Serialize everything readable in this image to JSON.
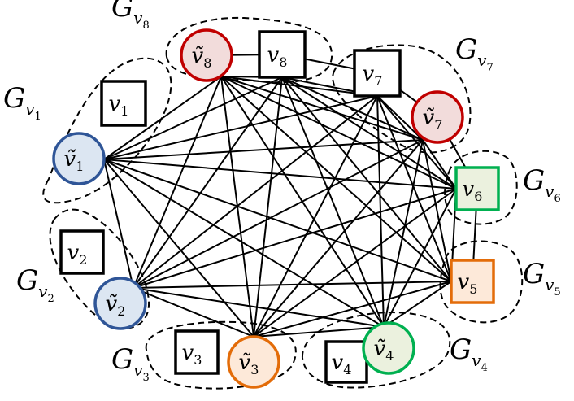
{
  "nodes": [
    {
      "id": "v1",
      "shape": "square",
      "base": "v",
      "tilde": false,
      "sub": "1",
      "fill": "#ffffff",
      "stroke": "#000000"
    },
    {
      "id": "vt1",
      "shape": "circle",
      "base": "v",
      "tilde": true,
      "sub": "1",
      "fill": "#dce6f2",
      "stroke": "#2f5597"
    },
    {
      "id": "v2",
      "shape": "square",
      "base": "v",
      "tilde": false,
      "sub": "2",
      "fill": "#ffffff",
      "stroke": "#000000"
    },
    {
      "id": "vt2",
      "shape": "circle",
      "base": "v",
      "tilde": true,
      "sub": "2",
      "fill": "#dce6f2",
      "stroke": "#2f5597"
    },
    {
      "id": "v3",
      "shape": "square",
      "base": "v",
      "tilde": false,
      "sub": "3",
      "fill": "#ffffff",
      "stroke": "#000000"
    },
    {
      "id": "vt3",
      "shape": "circle",
      "base": "v",
      "tilde": true,
      "sub": "3",
      "fill": "#fde9d9",
      "stroke": "#e36c09"
    },
    {
      "id": "v4",
      "shape": "square",
      "base": "v",
      "tilde": false,
      "sub": "4",
      "fill": "#ffffff",
      "stroke": "#000000"
    },
    {
      "id": "vt4",
      "shape": "circle",
      "base": "v",
      "tilde": true,
      "sub": "4",
      "fill": "#ebf1de",
      "stroke": "#00b050"
    },
    {
      "id": "v5",
      "shape": "square",
      "base": "v",
      "tilde": false,
      "sub": "5",
      "fill": "#fde9d9",
      "stroke": "#e36c09"
    },
    {
      "id": "v6",
      "shape": "square",
      "base": "v",
      "tilde": false,
      "sub": "6",
      "fill": "#ebf1de",
      "stroke": "#00b050"
    },
    {
      "id": "v7",
      "shape": "square",
      "base": "v",
      "tilde": false,
      "sub": "7",
      "fill": "#ffffff",
      "stroke": "#000000"
    },
    {
      "id": "vt7",
      "shape": "circle",
      "base": "v",
      "tilde": true,
      "sub": "7",
      "fill": "#f2dcdb",
      "stroke": "#c00000"
    },
    {
      "id": "v8",
      "shape": "square",
      "base": "v",
      "tilde": false,
      "sub": "8",
      "fill": "#ffffff",
      "stroke": "#000000"
    },
    {
      "id": "vt8",
      "shape": "circle",
      "base": "v",
      "tilde": true,
      "sub": "8",
      "fill": "#f2dcdb",
      "stroke": "#c00000"
    }
  ],
  "edges": [
    [
      "vt8",
      "v8"
    ],
    [
      "v8",
      "v7"
    ],
    [
      "v7",
      "vt7"
    ],
    [
      "vt7",
      "v6"
    ],
    [
      "v6",
      "v5"
    ]
  ],
  "complete_graph_nodes": [
    "vt1",
    "vt2",
    "vt3",
    "vt4",
    "v5",
    "v6",
    "vt7",
    "v7",
    "v8",
    "vt8"
  ],
  "groups": [
    {
      "id": "g1",
      "base": "G",
      "sub_base": "v",
      "sub": "1"
    },
    {
      "id": "g2",
      "base": "G",
      "sub_base": "v",
      "sub": "2"
    },
    {
      "id": "g3",
      "base": "G",
      "sub_base": "v",
      "sub": "3"
    },
    {
      "id": "g4",
      "base": "G",
      "sub_base": "v",
      "sub": "4"
    },
    {
      "id": "g5",
      "base": "G",
      "sub_base": "v",
      "sub": "5"
    },
    {
      "id": "g6",
      "base": "G",
      "sub_base": "v",
      "sub": "6"
    },
    {
      "id": "g7",
      "base": "G",
      "sub_base": "v",
      "sub": "7"
    },
    {
      "id": "g8",
      "base": "G",
      "sub_base": "v",
      "sub": "8"
    }
  ]
}
